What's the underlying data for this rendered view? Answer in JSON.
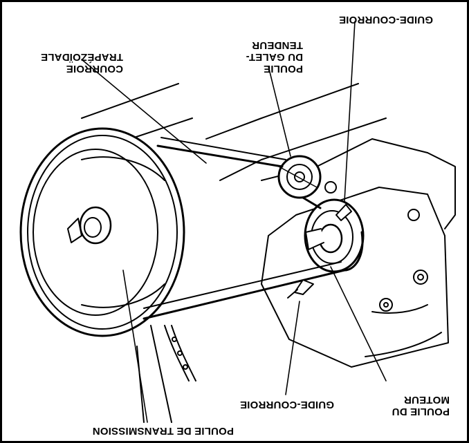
{
  "diagram": {
    "labels": {
      "guide_courroie_top": "GUIDE-COURROIE",
      "poulie_galet_tendeur": [
        "POULIE",
        "DU GALET-",
        "TENDEUR"
      ],
      "courroie_trapezoidale": [
        "COURROIE",
        "TRAPÉZOÏDALE"
      ],
      "poulie_moteur": [
        "POULIE DU",
        "MOTEUR"
      ],
      "guide_courroie_bottom": "GUIDE-COURROIE",
      "poulie_transmission": "POULIE DE TRANSMISSION"
    },
    "orientation": "rotated 180°"
  }
}
